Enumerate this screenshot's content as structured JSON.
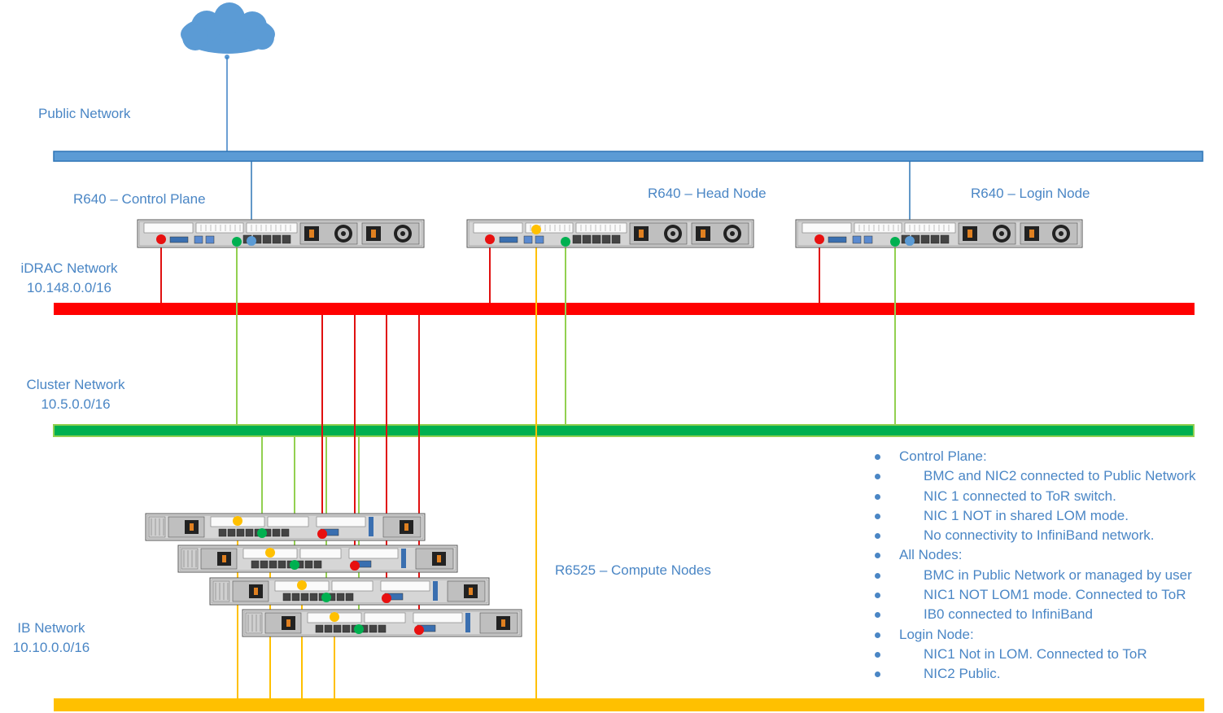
{
  "networks": {
    "public": {
      "label": "Public Network",
      "color": "#5b9bd5"
    },
    "idrac": {
      "label_line1": "iDRAC Network",
      "label_line2": "10.148.0.0/16",
      "color": "#ff0000"
    },
    "cluster": {
      "label_line1": "Cluster Network",
      "label_line2": "10.5.0.0/16",
      "color": "#00b050"
    },
    "ib": {
      "label_line1": "IB Network",
      "label_line2": "10.10.0.0/16",
      "color": "#ffc000"
    }
  },
  "servers": {
    "control_plane": "R640 – Control Plane",
    "head_node": "R640 – Head Node",
    "login_node": "R640 – Login Node",
    "compute_nodes": "R6525 – Compute Nodes"
  },
  "icons": {
    "cloud": "cloud-icon",
    "server": "rack-server-icon"
  },
  "notes": [
    {
      "text": "Control Plane:",
      "level": 0
    },
    {
      "text": "BMC and NIC2 connected to Public Network",
      "level": 1
    },
    {
      "text": "NIC 1 connected to ToR switch.",
      "level": 1
    },
    {
      "text": "NIC 1 NOT in shared LOM mode.",
      "level": 1
    },
    {
      "text": "No connectivity to InfiniBand network.",
      "level": 1
    },
    {
      "text": "All Nodes:",
      "level": 0
    },
    {
      "text": "BMC in Public Network or managed by user",
      "level": 1
    },
    {
      "text": "NIC1 NOT LOM1 mode. Connected to ToR",
      "level": 1
    },
    {
      "text": "IB0 connected to InfiniBand",
      "level": 1
    },
    {
      "text": "Login Node:",
      "level": 0
    },
    {
      "text": "NIC1 Not in LOM. Connected to ToR",
      "level": 1
    },
    {
      "text": "NIC2 Public.",
      "level": 1
    }
  ]
}
